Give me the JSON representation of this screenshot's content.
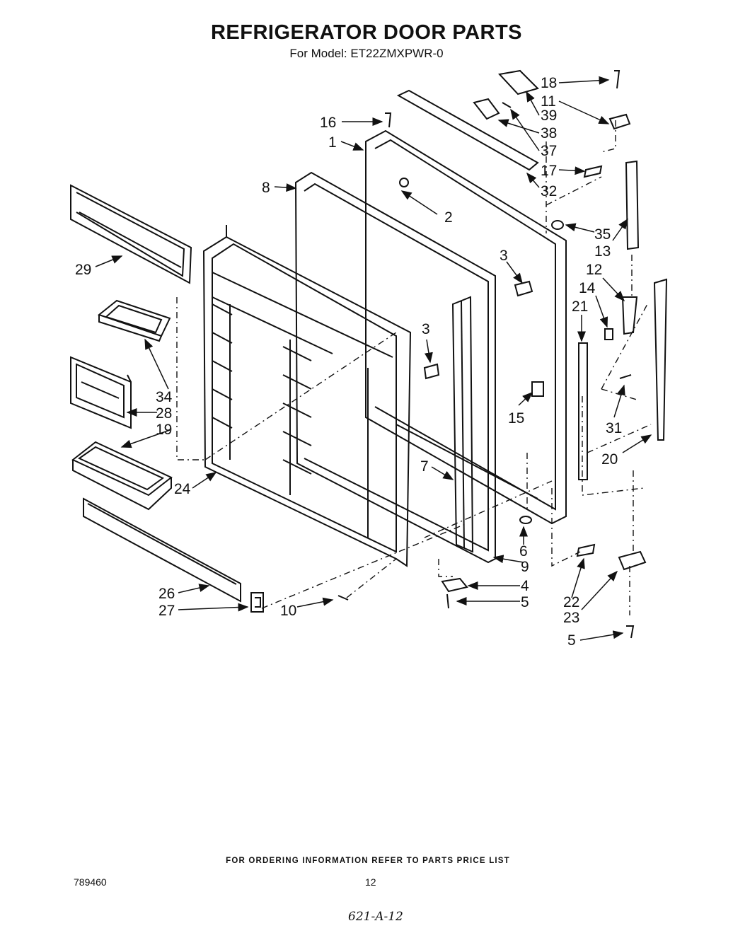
{
  "header": {
    "title": "REFRIGERATOR DOOR PARTS",
    "subtitle": "For Model: ET22ZMXPWR-0"
  },
  "callouts": {
    "c1": "1",
    "c2": "2",
    "c3a": "3",
    "c3b": "3",
    "c4": "4",
    "c5a": "5",
    "c5b": "5",
    "c6": "6",
    "c7": "7",
    "c8": "8",
    "c9": "9",
    "c10": "10",
    "c11": "11",
    "c12": "12",
    "c13": "13",
    "c14": "14",
    "c15": "15",
    "c16": "16",
    "c17": "17",
    "c18": "18",
    "c19": "19",
    "c20": "20",
    "c21": "21",
    "c22": "22",
    "c23": "23",
    "c24": "24",
    "c26": "26",
    "c27": "27",
    "c28": "28",
    "c29": "29",
    "c31": "31",
    "c32": "32",
    "c34": "34",
    "c35": "35",
    "c37": "37",
    "c38": "38",
    "c39": "39"
  },
  "footer": {
    "ordering_note": "FOR ORDERING INFORMATION REFER TO PARTS PRICE LIST",
    "doc_number": "789460",
    "page_number": "12",
    "handwritten_note": "621-A-12"
  }
}
